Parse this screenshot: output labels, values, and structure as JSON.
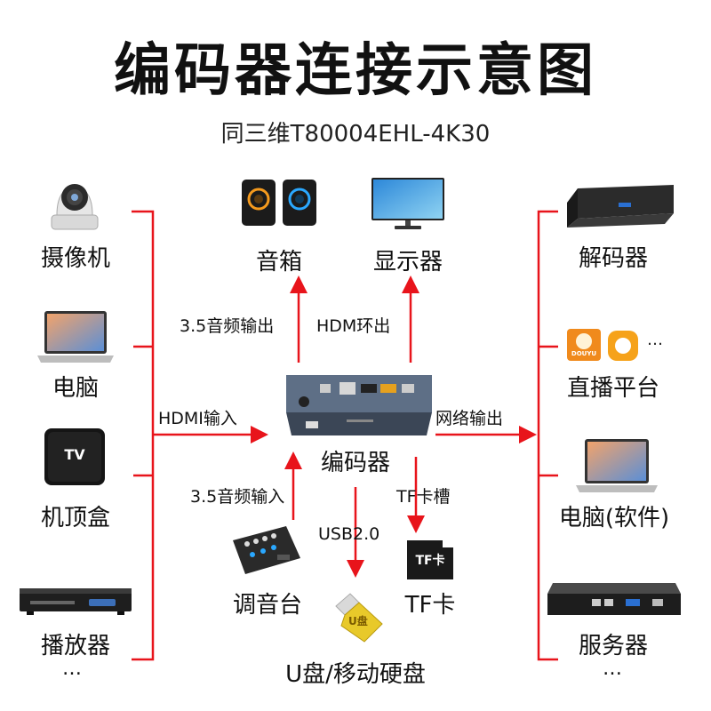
{
  "title": "编码器连接示意图",
  "subtitle": "同三维T80004EHL-4K30",
  "colors": {
    "arrow": "#e8141b"
  },
  "inputs": [
    {
      "label": "摄像机",
      "icon": "ptz-camera-icon"
    },
    {
      "label": "电脑",
      "icon": "laptop-icon"
    },
    {
      "label": "机顶盒",
      "icon": "tv-box-icon",
      "box_text": "TV"
    },
    {
      "label": "播放器",
      "icon": "dvd-player-icon"
    }
  ],
  "inputs_more": "…",
  "outputs": [
    {
      "label": "解码器",
      "icon": "decoder-icon"
    },
    {
      "label": "直播平台",
      "icon": "live-platform-icon"
    },
    {
      "label": "电脑(软件)",
      "icon": "laptop-icon"
    },
    {
      "label": "服务器",
      "icon": "server-icon"
    }
  ],
  "platform_badge": "DOUYU",
  "platform_more": "…",
  "outputs_more": "…",
  "center": {
    "label": "编码器",
    "icon": "encoder-icon"
  },
  "top_devices": [
    {
      "label": "音箱",
      "icon": "speakers-icon"
    },
    {
      "label": "显示器",
      "icon": "monitor-icon"
    }
  ],
  "bottom_devices": {
    "mixer": {
      "label": "调音台",
      "icon": "mixer-icon"
    },
    "usb": {
      "label": "U盘/移动硬盘",
      "icon": "usb-drive-icon",
      "badge": "U盘"
    },
    "tf": {
      "label": "TF卡",
      "icon": "tf-card-icon",
      "card_text": "TF卡"
    }
  },
  "connections": {
    "hdmi_in": "HDMI输入",
    "net_out": "网络输出",
    "audio_out": "3.5音频输出",
    "hdmi_loop": "HDM环出",
    "audio_in": "3.5音频输入",
    "usb": "USB2.0",
    "tf_slot": "TF卡槽"
  }
}
